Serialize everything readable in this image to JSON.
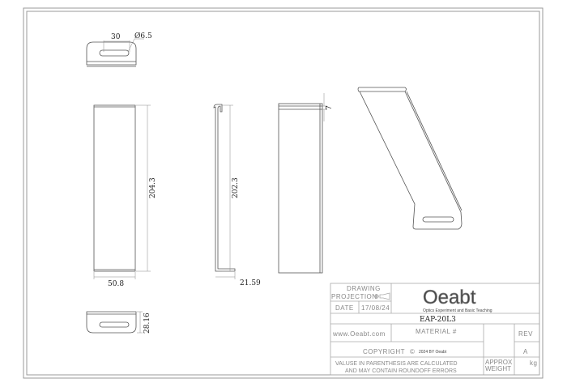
{
  "dimensions": {
    "slot_length": "30",
    "slot_diameter": "Ø6.5",
    "height_front": "204.3",
    "width_front": "50.8",
    "height_side": "202.3",
    "depth_side": "21.59",
    "thickness": "7",
    "bottom_height": "28.16"
  },
  "title_block": {
    "drawing_label": "DRAWING",
    "projection_label": "PROJECTION",
    "date_label": "DATE",
    "date_value": "17/08/24",
    "logo_text": "Oeabt",
    "logo_subtitle": "Optics Experiment and Basic Teaching",
    "part_number": "EAP-20L3",
    "website": "www.Oeabt.com",
    "material_label": "MATERIAL #",
    "rev_label": "REV",
    "rev_value": "A",
    "copyright": "COPYRIGHT",
    "copyright_small": "2024 BY Oeabt",
    "note_line1": "VALUSE IN PARENTHESIS ARE CALCULATED",
    "note_line2": "AND MAY CONTAIN ROUNDOFF ERRORS",
    "weight_label1": "APPROX",
    "weight_label2": "WEIGHT",
    "weight_unit": "kg"
  }
}
